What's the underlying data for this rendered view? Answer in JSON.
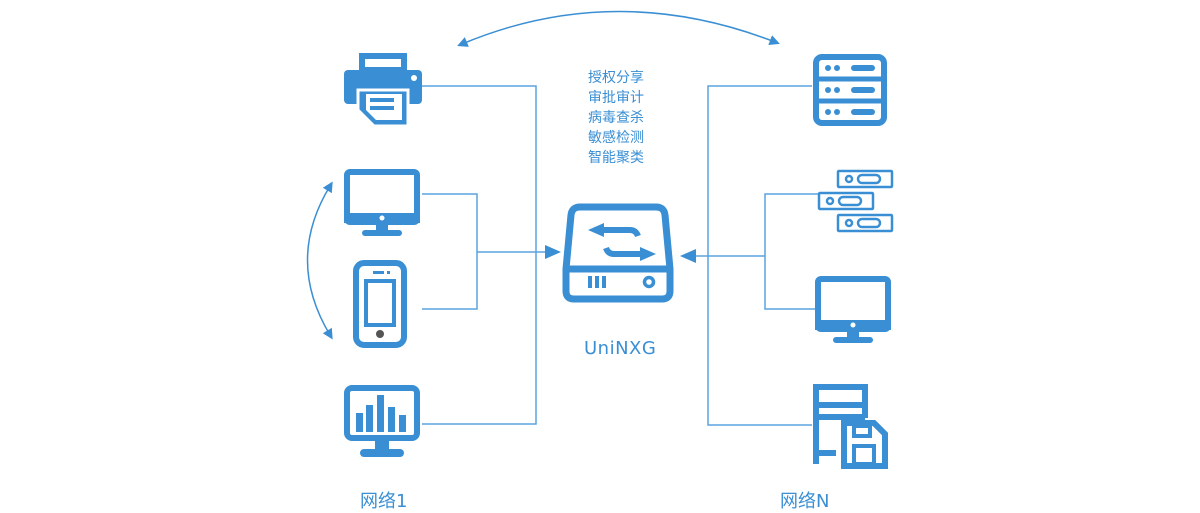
{
  "colors": {
    "primary": "#3a8fd4",
    "line": "#5aa3df",
    "background": "#ffffff"
  },
  "hub": {
    "label": "UniNXG",
    "icon": "storage-sync-icon"
  },
  "features": [
    "授权分享",
    "审批审计",
    "病毒查杀",
    "敏感检测",
    "智能聚类"
  ],
  "networks": {
    "left": {
      "label": "网络1",
      "devices": [
        "printer-icon",
        "desktop-monitor-icon",
        "smartphone-icon",
        "analytics-monitor-icon"
      ]
    },
    "right": {
      "label": "网络N",
      "devices": [
        "server-rack-icon",
        "network-switch-icon",
        "desktop-monitor-icon",
        "document-save-icon"
      ]
    }
  }
}
